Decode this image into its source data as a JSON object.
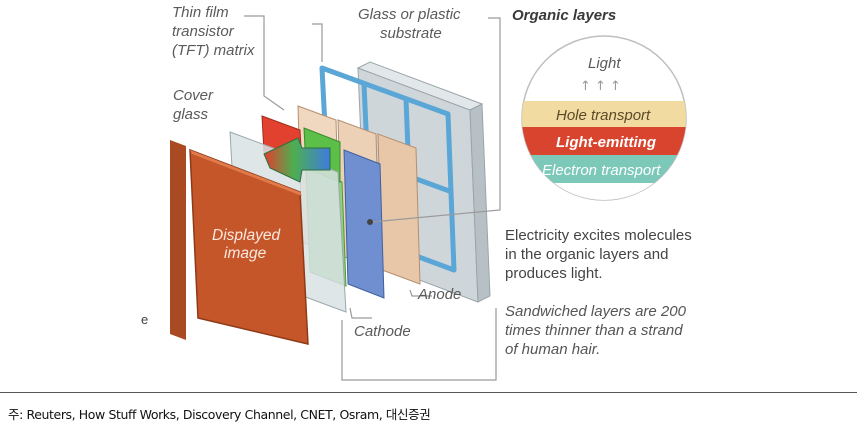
{
  "labels": {
    "tft": [
      "Thin film",
      "transistor",
      "(TFT) matrix"
    ],
    "substrate": [
      "Glass or plastic",
      "substrate"
    ],
    "organic_title": "Organic layers",
    "cover": [
      "Cover",
      "glass"
    ],
    "displayed": [
      "Displayed",
      "image"
    ],
    "anode": "Anode",
    "cathode": "Cathode",
    "stray_char": "e"
  },
  "inset": {
    "light": "Light",
    "arrows": "↑  ↑  ↑",
    "layers": [
      {
        "label": "Hole transport",
        "color": "#f1dba0"
      },
      {
        "label": "Light-emitting",
        "color": "#d9442e"
      },
      {
        "label": "Electron transport",
        "color": "#7cc9b9"
      }
    ]
  },
  "descriptions": {
    "electricity": [
      "Electricity excites molecules",
      "in the organic layers and",
      "produces light."
    ],
    "sandwich": [
      "Sandwiched layers are 200",
      "times thinner than a strand",
      "of human hair."
    ]
  },
  "colors": {
    "image_panel": "#c5562a",
    "tft_frame": "#5aa6d6",
    "anode": "#e8c7a8",
    "cathode": "#6f8fd0",
    "green_layer": "#8fd07c"
  },
  "source": "주: Reuters, How Stuff Works, Discovery Channel, CNET, Osram, 대신증권"
}
